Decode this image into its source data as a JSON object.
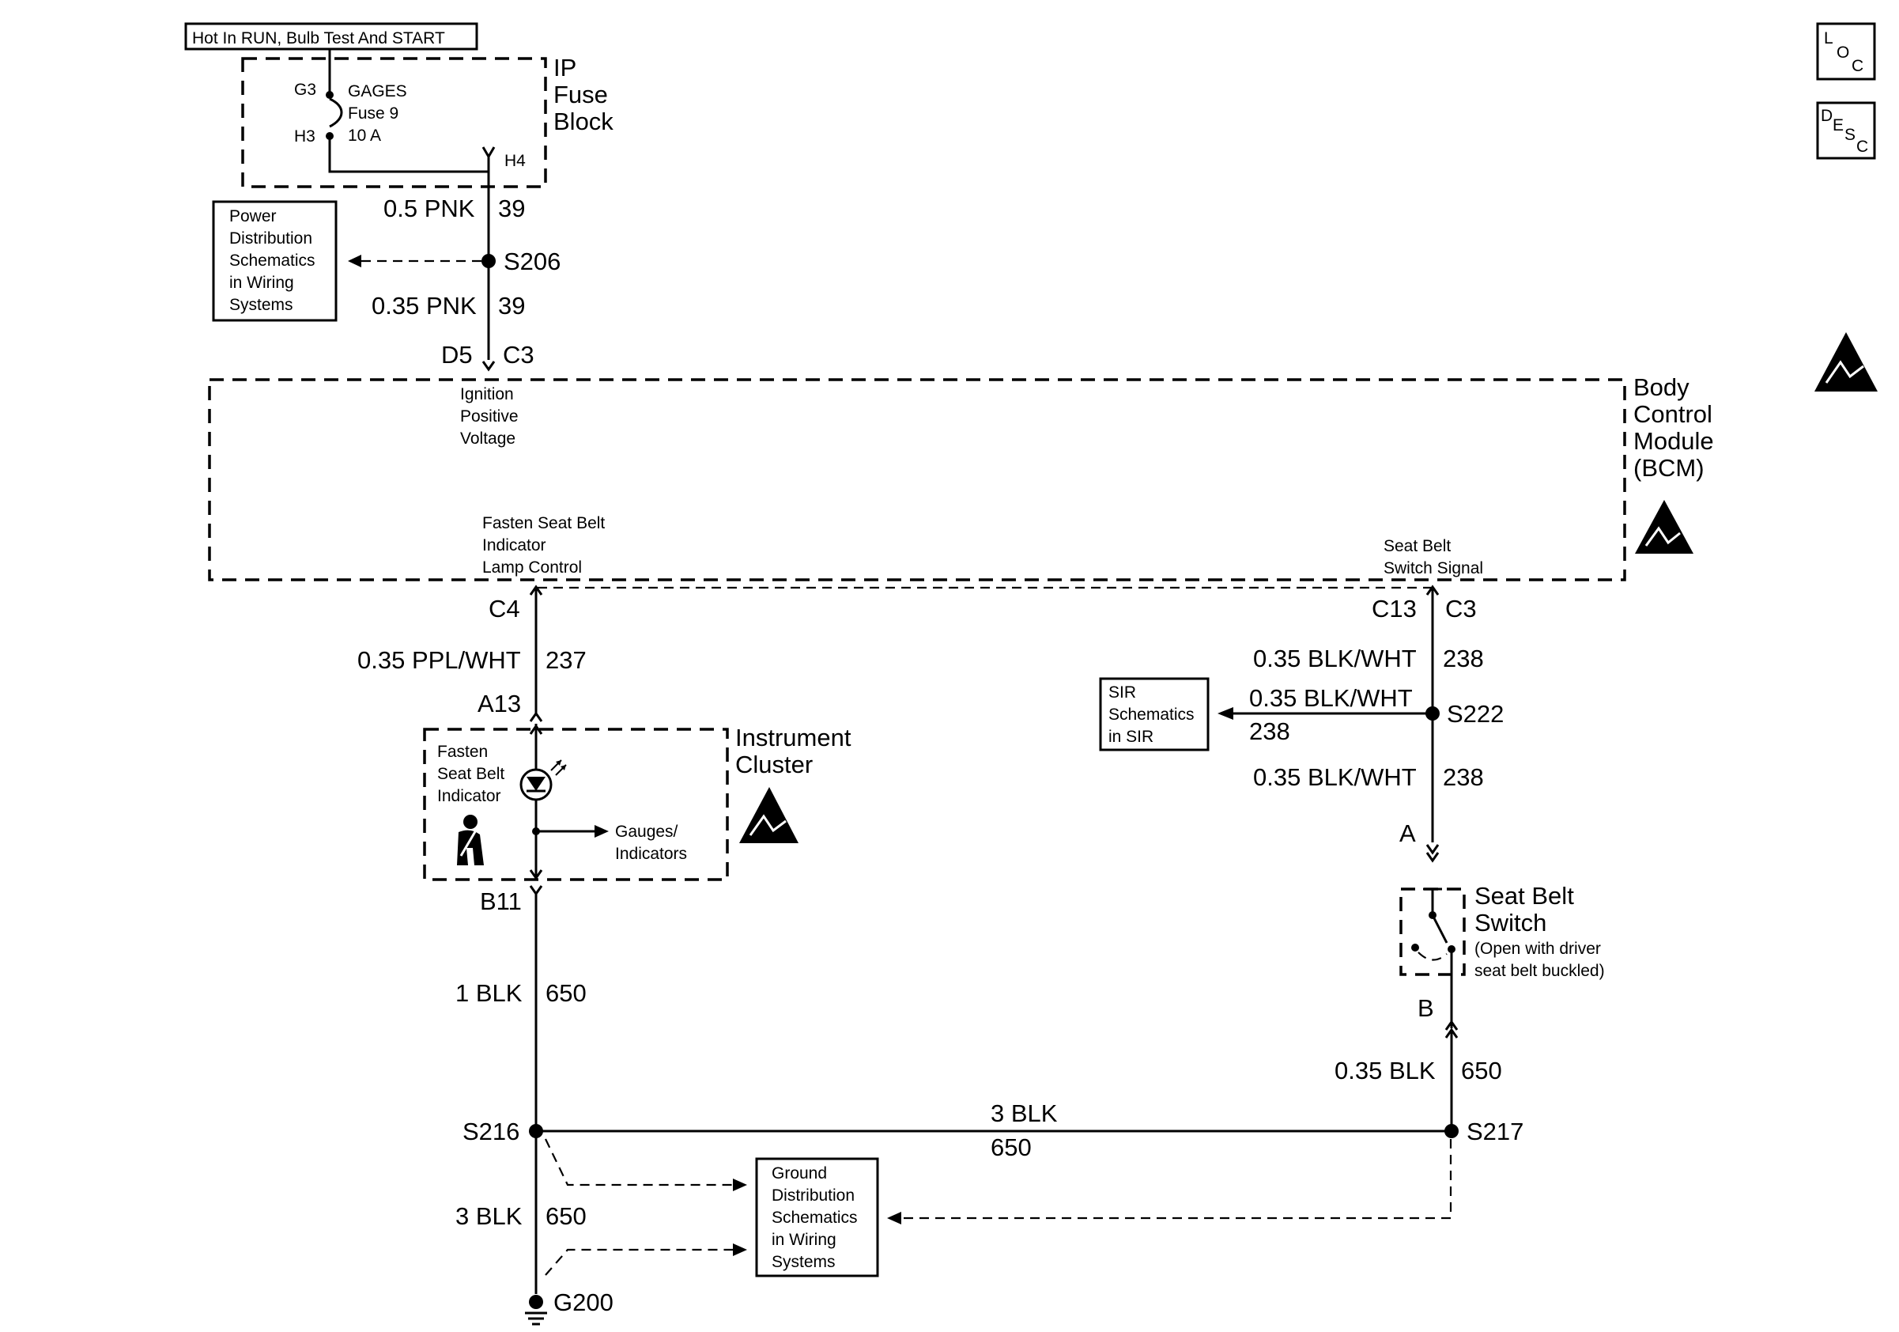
{
  "header": {
    "power_label": "Hot In RUN, Bulb Test And START"
  },
  "fuse_block": {
    "title": [
      "IP",
      "Fuse",
      "Block"
    ],
    "pin_in": "G3",
    "pin_mid": "H3",
    "pin_out": "H4",
    "fuse_lines": [
      "GAGES",
      "Fuse 9",
      "10 A"
    ]
  },
  "power_ref": {
    "lines": [
      "Power",
      "Distribution",
      "Schematics",
      "in Wiring",
      "Systems"
    ]
  },
  "wires": {
    "w1_gauge": "0.5 PNK",
    "w1_circuit": "39",
    "w2_gauge": "0.35 PNK",
    "w2_circuit": "39",
    "ppl_gauge": "0.35 PPL/WHT",
    "ppl_circuit": "237",
    "blkwht_a_gauge": "0.35 BLK/WHT",
    "blkwht_a_circuit": "238",
    "blkwht_sir_gauge": "0.35 BLK/WHT",
    "blkwht_sir_circuit": "238",
    "blkwht_b_gauge": "0.35 BLK/WHT",
    "blkwht_b_circuit": "238",
    "blk1_gauge": "1 BLK",
    "blk1_circuit": "650",
    "blk_sw_gauge": "0.35 BLK",
    "blk_sw_circuit": "650",
    "blk3_h_gauge": "3 BLK",
    "blk3_h_circuit": "650",
    "blk3_v_gauge": "3 BLK",
    "blk3_v_circuit": "650"
  },
  "splices": {
    "s206": "S206",
    "s222": "S222",
    "s216": "S216",
    "s217": "S217",
    "g200": "G200"
  },
  "bcm": {
    "title": [
      "Body",
      "Control",
      "Module",
      "(BCM)"
    ],
    "pin_ign_a": "D5",
    "pin_ign_b": "C3",
    "ign_lines": [
      "Ignition",
      "Positive",
      "Voltage"
    ],
    "lamp_lines": [
      "Fasten Seat Belt",
      "Indicator",
      "Lamp Control"
    ],
    "pin_lamp": "C4",
    "sw_lines": [
      "Seat Belt",
      "Switch Signal"
    ],
    "pin_sw_a": "C13",
    "pin_sw_b": "C3"
  },
  "cluster": {
    "title": [
      "Instrument",
      "Cluster"
    ],
    "pin_top": "A13",
    "pin_bottom": "B11",
    "indicator_lines": [
      "Fasten",
      "Seat Belt",
      "Indicator"
    ],
    "gauges_lines": [
      "Gauges/",
      "Indicators"
    ]
  },
  "sir_ref": {
    "lines": [
      "SIR",
      "Schematics",
      "in SIR"
    ]
  },
  "seat_switch": {
    "title": [
      "Seat Belt",
      "Switch"
    ],
    "note": [
      "(Open with driver",
      " seat belt buckled)"
    ],
    "pin_a": "A",
    "pin_b": "B"
  },
  "ground_ref": {
    "lines": [
      "Ground",
      "Distribution",
      "Schematics",
      "in Wiring",
      "Systems"
    ]
  },
  "side_icons": {
    "loc": "LOC",
    "desc": "DESC",
    "esd": "esd-warning-icon"
  }
}
